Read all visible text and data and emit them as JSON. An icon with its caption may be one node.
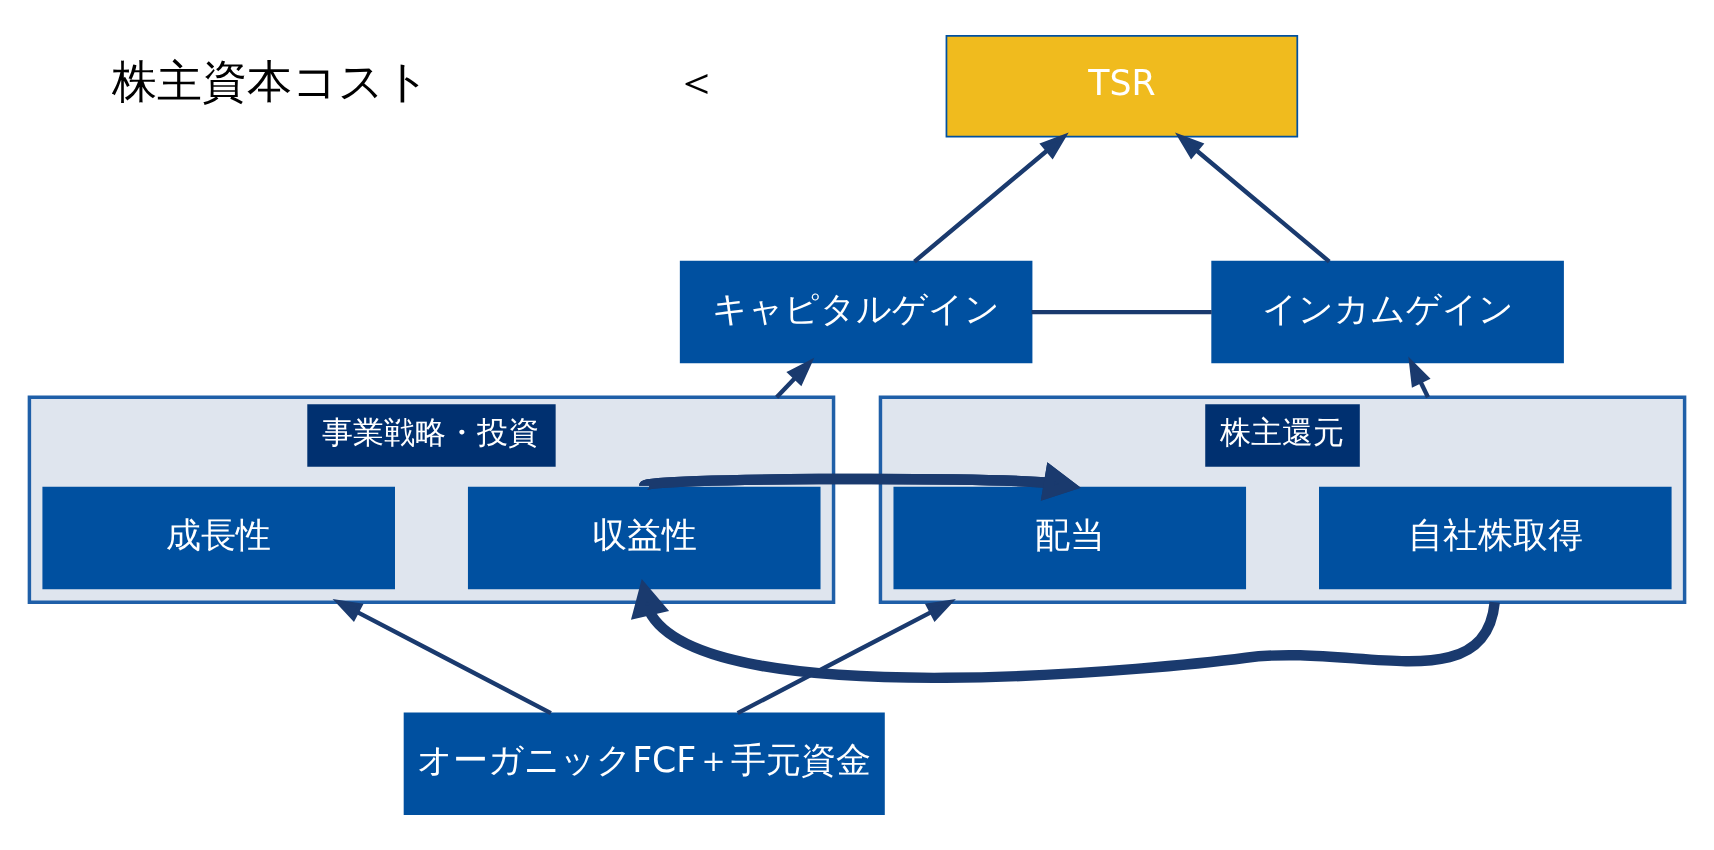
{
  "diagram": {
    "nodes": [
      {
        "text": [
          "TSR"
        ]
      },
      {
        "text": [
          "キャピタルゲイン"
        ]
      },
      {
        "text": [
          "インカムゲイン"
        ]
      },
      {
        "text": [
          "事業戦略・投資"
        ]
      },
      {
        "text": [
          "成長性"
        ],
        "in": 3
      },
      {
        "text": [
          "収益性"
        ],
        "in": 3
      },
      {
        "text": [
          "株主還元"
        ]
      },
      {
        "text": [
          "配当"
        ],
        "in": 6
      },
      {
        "text": [
          "自社株取得"
        ],
        "in": 6
      },
      {
        "text": [
          "オーガニックFCF＋手元資金"
        ]
      }
    ],
    "edges": [
      {
        "from": 1,
        "to": 0,
        "arrow": "to"
      },
      {
        "from": 2,
        "to": 0,
        "arrow": "to"
      },
      {
        "from": 1,
        "to": 2,
        "arrow": "none"
      },
      {
        "from": 3,
        "to": 1,
        "arrow": "to"
      },
      {
        "from": 6,
        "to": 2,
        "arrow": "to"
      },
      {
        "from": 3,
        "to": 7,
        "arrow": "to",
        "style": "thick"
      },
      {
        "from": 6,
        "to": 5,
        "arrow": "to",
        "style": "thick"
      },
      {
        "from": 9,
        "to": 3,
        "arrow": "to"
      },
      {
        "from": 9,
        "to": 6,
        "arrow": "to"
      }
    ],
    "labels": [
      "株主資本コスト",
      "＜"
    ]
  }
}
